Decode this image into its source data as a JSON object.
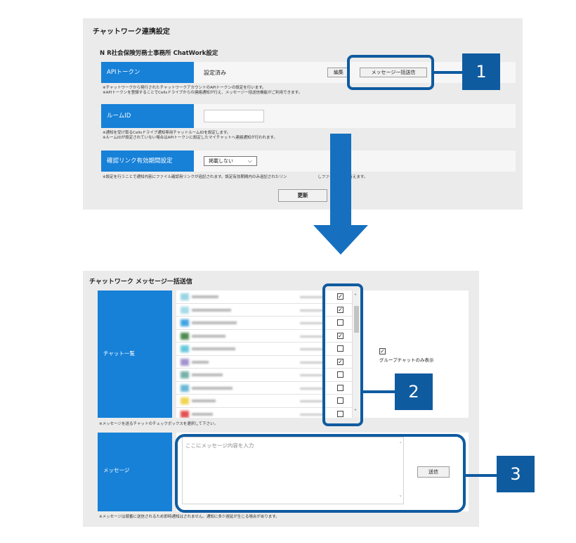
{
  "settings_panel": {
    "title": "チャットワーク連携設定",
    "office_title": "N R社会保険労務士事務所 ChatWork設定",
    "api_token": {
      "label": "APIトークン",
      "status": "設定済み",
      "edit_button": "編集",
      "bulk_send_button": "メッセージ一括送信",
      "note_line1": "※チャットワークから発行されたチャットワークアカウントのAPIトークンの設定を行います。",
      "note_line2": "※APIトークンを登録することでCellsドライブからの連絡通知が行え、メッセージ一括送信機能がご利用できます。"
    },
    "room_id": {
      "label": "ルームID",
      "value": "",
      "note_line1": "※通知を受け取るCellsドライブ通知専用チャットルームIDを設定します。",
      "note_line2": "※ルームIDが設定されていない場合はAPIトークンに設定したマイチャットへ連絡通知が行われます。"
    },
    "link_expiry": {
      "label": "確認リンク有効期間設定",
      "selected": "掲載しない",
      "note": "※設定を行うことで通知内容にファイル確認用リンクが追記されます。設定有効期間内のみ追記されたリン　　　　　　　　しファイル確認が行えます。"
    },
    "update_button": "更新"
  },
  "bulk_panel": {
    "title": "チャットワーク メッセージ一括送信",
    "chat_list_label": "チャット一覧",
    "chats": [
      {
        "checked": true,
        "avatar_color": "#8fd0e0",
        "name_width": 38
      },
      {
        "checked": true,
        "avatar_color": "#9dd6e6",
        "name_width": 56
      },
      {
        "checked": false,
        "avatar_color": "#2f9be0",
        "name_width": 64
      },
      {
        "checked": true,
        "avatar_color": "#3f7f3f",
        "name_width": 48
      },
      {
        "checked": false,
        "avatar_color": "#58c2d8",
        "name_width": 62
      },
      {
        "checked": true,
        "avatar_color": "#9a88c8",
        "name_width": 24
      },
      {
        "checked": false,
        "avatar_color": "#68a8a0",
        "name_width": 44
      },
      {
        "checked": false,
        "avatar_color": "#5ab0d0",
        "name_width": 58
      },
      {
        "checked": false,
        "avatar_color": "#f0d040",
        "name_width": 34
      },
      {
        "checked": false,
        "avatar_color": "#e04040",
        "name_width": 30
      }
    ],
    "group_only": {
      "checked": true,
      "label": "グループチャットのみ表示"
    },
    "chat_note": "※メッセージを送るチャットのチェックボックスを選択して下さい。",
    "message_label": "メッセージ",
    "message_placeholder": "ここにメッセージ内容を入力",
    "send_button": "送信",
    "message_note": "※メッセージは順番に送信されるため即時通知はされません。通知に多少遅延が生じる場合があります。"
  },
  "callouts": {
    "one": "1",
    "two": "2",
    "three": "3"
  },
  "colors": {
    "accent": "#1781d8",
    "callout": "#0f5ba0",
    "arrow": "#1670bf"
  }
}
